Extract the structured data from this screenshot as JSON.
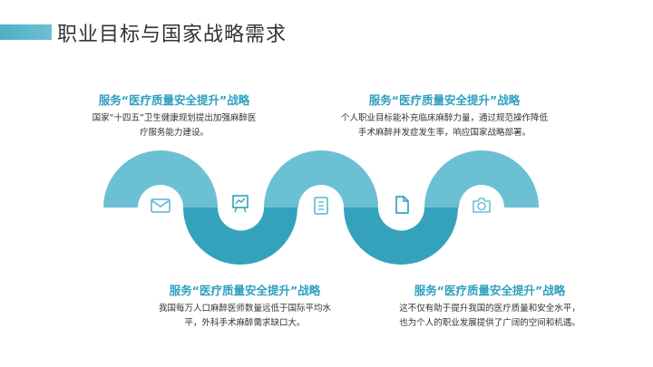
{
  "title": "职业目标与国家战略需求",
  "colors": {
    "accent_light": "#6cc0d4",
    "accent_dark": "#35a2bd",
    "heading": "#2fa0c0",
    "text": "#333333"
  },
  "blocks": [
    {
      "heading": "服务“医疗质量安全提升”战略",
      "line1": "国家“十四五”卫生健康规划提出加强麻醉医",
      "line2": "疗服务能力建设。"
    },
    {
      "heading": "服务“医疗质量安全提升”战略",
      "line1": "个人职业目标能补充临床麻醉力量，通过规范操作降低",
      "line2": "手术麻醉并发症发生率，响应国家战略部署。"
    },
    {
      "heading": "服务“医疗质量安全提升”战略",
      "line1": "我国每万人口麻醉医师数量远低于国际平均水",
      "line2": "平，外科手术麻醉需求缺口大。"
    },
    {
      "heading": "服务“医疗质量安全提升”战略",
      "line1": "这不仅有助于提升我国的医疗质量和安全水平，",
      "line2": "也为个人的职业发展提供了广阔的空间和机遇。"
    }
  ],
  "icons": [
    "mail-icon",
    "presentation-chart-icon",
    "document-list-icon",
    "file-icon",
    "camera-icon"
  ]
}
